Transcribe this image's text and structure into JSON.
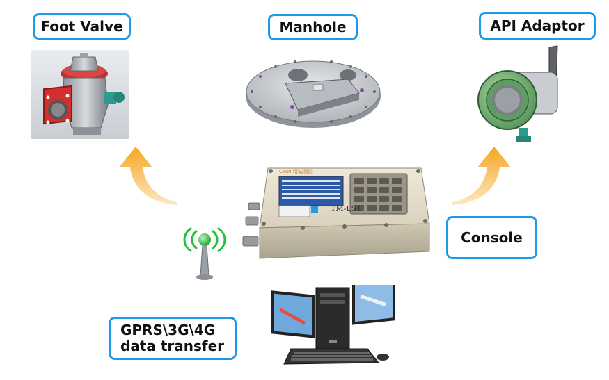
{
  "labels": {
    "foot_valve": "Foot Valve",
    "manhole": "Manhole",
    "api_adaptor": "API Adaptor",
    "console": "Console",
    "data_line1": "GPRS\\3G\\4G",
    "data_line2": "data transfer"
  },
  "device": {
    "logo": "Ckun 精诚测控",
    "model": "TM-LS1"
  },
  "colors": {
    "label_border": "#1e9be8",
    "arrow": "#f5a623",
    "antenna": "#22c03a"
  }
}
